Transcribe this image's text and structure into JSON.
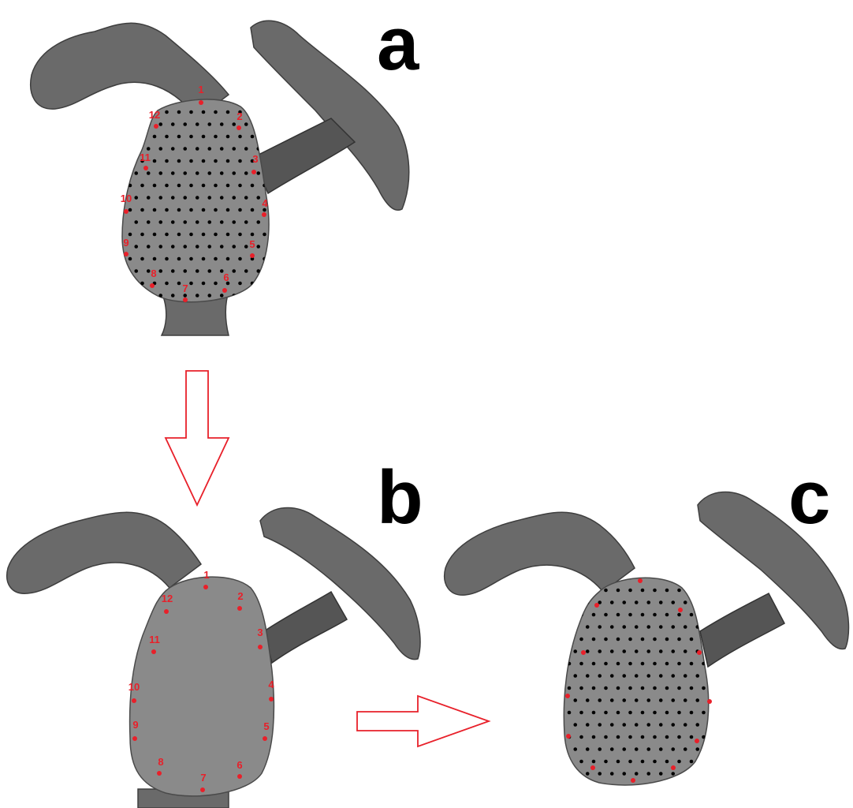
{
  "panels": [
    {
      "id": "a",
      "letter": "a",
      "landmarks": [
        "1",
        "2",
        "3",
        "4",
        "5",
        "6",
        "7",
        "8",
        "9",
        "10",
        "11",
        "12"
      ],
      "grid_points": true
    },
    {
      "id": "b",
      "letter": "b",
      "landmarks": [
        "1",
        "2",
        "3",
        "4",
        "5",
        "6",
        "7",
        "8",
        "9",
        "10",
        "11",
        "12"
      ],
      "grid_points": false
    },
    {
      "id": "c",
      "letter": "c",
      "landmarks": [],
      "grid_points": true
    }
  ],
  "colors": {
    "landmark": "#e8202a",
    "grid": "#000000",
    "bone": "#6a6a6a",
    "glenoid": "#8a8a8a",
    "arrow": "#e8202a"
  },
  "arrows": [
    {
      "direction": "down",
      "from": "a",
      "to": "b"
    },
    {
      "direction": "right",
      "from": "b",
      "to": "c"
    }
  ]
}
